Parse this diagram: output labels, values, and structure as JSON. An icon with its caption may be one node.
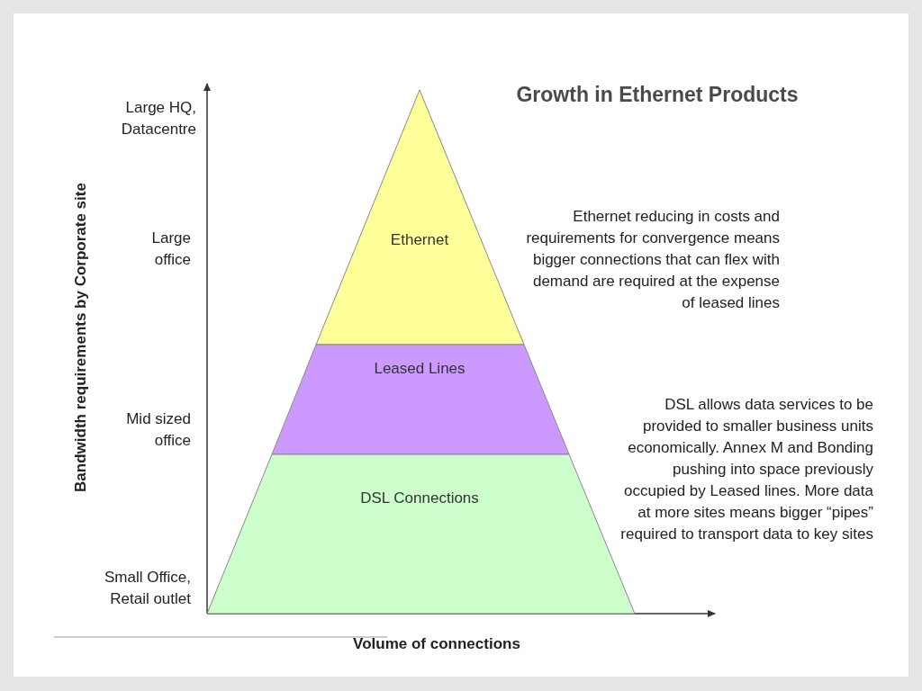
{
  "diagram": {
    "title": "Growth in Ethernet Products",
    "nodes": [
      {
        "text": [
          "Ethernet"
        ]
      },
      {
        "text": [
          "Leased Lines"
        ]
      },
      {
        "text": [
          "DSL Connections"
        ]
      }
    ],
    "edges": [],
    "labels": [
      "Large HQ, Datacentre",
      "Large office",
      "Mid sized office",
      "Small Office, Retail outlet",
      "Bandwidth requirements by Corporate site",
      "Volume of connections",
      "Ethernet reducing in costs and requirements for convergence means bigger connections that can flex with demand are required at the expense of leased lines",
      "DSL allows data services to be provided to smaller business units economically. Annex M and Bonding pushing into space previously occupied by Leased lines. More data at more sites means bigger “pipes” required to transport  data to key sites"
    ]
  }
}
